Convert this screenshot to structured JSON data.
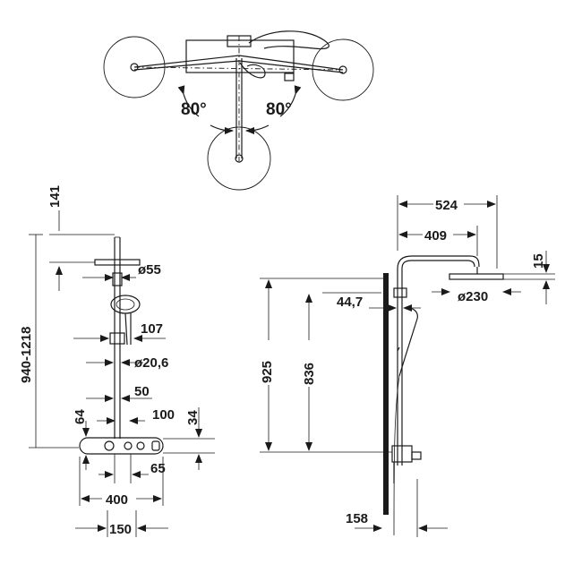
{
  "top_view": {
    "angle_left": "80°",
    "angle_right": "80°"
  },
  "front_view": {
    "d_141": "141",
    "d_55": "ø55",
    "d_height_range": "940-1218",
    "d_107": "107",
    "d_20_6": "ø20,6",
    "d_50": "50",
    "d_64": "64",
    "d_100": "100",
    "d_34": "34",
    "d_65": "65",
    "d_400": "400",
    "d_150": "150"
  },
  "side_view": {
    "d_524": "524",
    "d_409": "409",
    "d_15": "15",
    "d_44_7": "44,7",
    "d_230": "ø230",
    "d_925": "925",
    "d_836": "836",
    "d_158": "158"
  }
}
